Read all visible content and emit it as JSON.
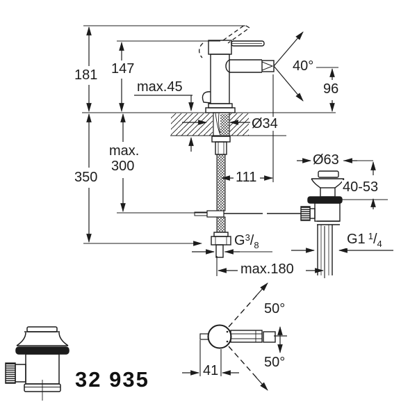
{
  "drawing": {
    "title": "bidet-mixer-technical-drawing",
    "product_number": "32 935",
    "dimensions": {
      "height_total": "181",
      "height_to_lever": "147",
      "deck_thickness_max": "max.45",
      "spout_angle": "40°",
      "spout_height": "96",
      "hose_max_line1": "max.",
      "hose_max_line2": "300",
      "hose_length": "350",
      "shank_diameter": "Ø34",
      "spout_projection": "111",
      "waste_top_diameter": "Ø63",
      "waste_mount_range": "40-53",
      "rod_span_max": "max.180",
      "swivel_angle_upper": "50°",
      "swivel_angle_lower": "50°",
      "lever_offset": "41",
      "thread_small": {
        "p": "G",
        "n": "3",
        "s": "/",
        "d": "8"
      },
      "thread_large": {
        "p": "G1",
        "n": "1",
        "s": "/",
        "d": "4"
      }
    },
    "colors": {
      "line": "#1c1c1c",
      "background": "#ffffff"
    }
  }
}
